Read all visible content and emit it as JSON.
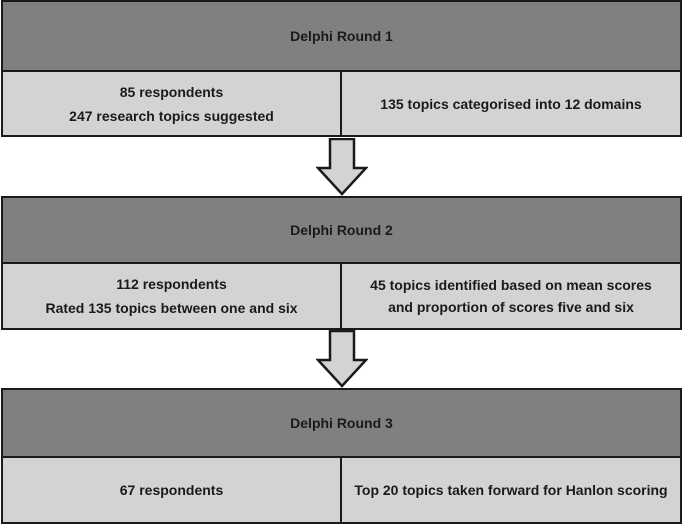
{
  "rounds": [
    {
      "title": "Delphi Round 1",
      "left_lines": [
        "85 respondents",
        "247 research topics suggested"
      ],
      "right_lines": [
        "135 topics categorised into 12 domains"
      ]
    },
    {
      "title": "Delphi Round 2",
      "left_lines": [
        "112 respondents",
        "Rated 135 topics between one and six"
      ],
      "right_lines": [
        "45 topics identified based on mean scores",
        "and proportion of scores five and six"
      ]
    },
    {
      "title": "Delphi Round 3",
      "left_lines": [
        "67 respondents"
      ],
      "right_lines": [
        "Top 20 topics taken forward for Hanlon scoring"
      ]
    }
  ],
  "colors": {
    "header_fill": "#808080",
    "cell_fill": "#d3d3d3",
    "border": "#1a1a1a",
    "arrow_fill": "#d3d3d3"
  },
  "icons": {
    "connector": "down-arrow-icon"
  }
}
